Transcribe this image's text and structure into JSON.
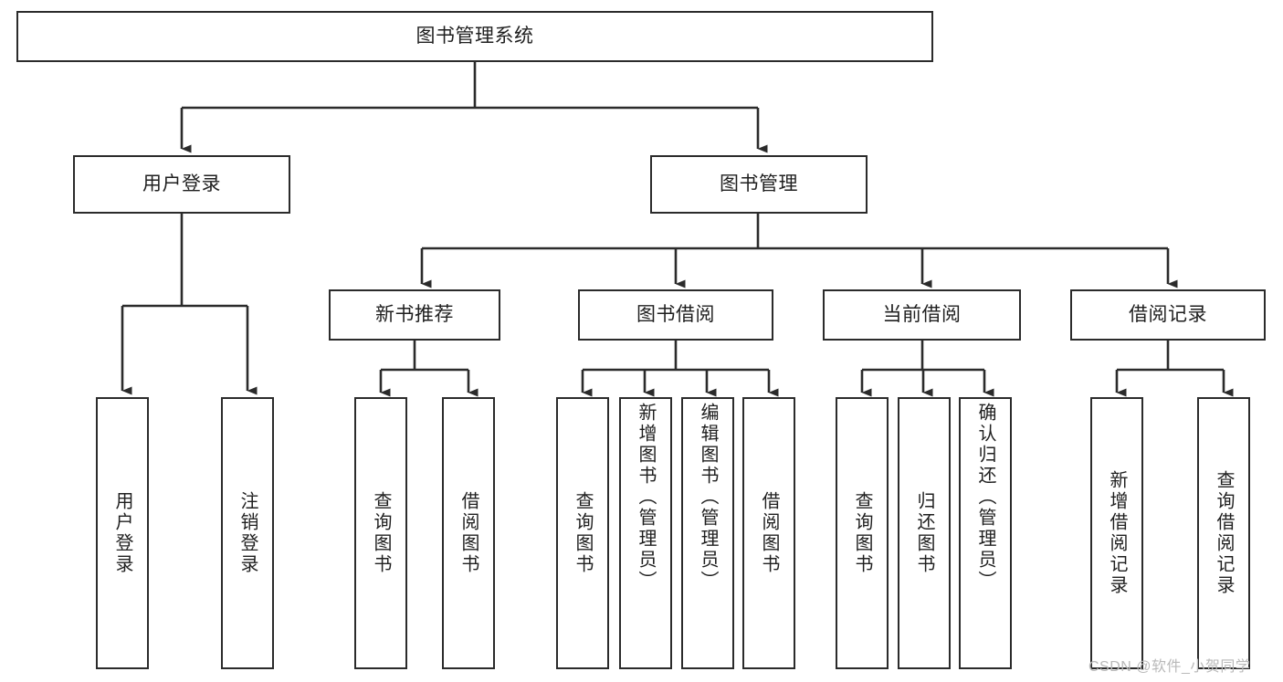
{
  "diagram": {
    "type": "tree-hierarchy-diagram",
    "title": "图书管理系统",
    "background_color": "#ffffff",
    "line_color": "#2b2b2b",
    "text_color": "#1f1f1f",
    "levels": {
      "root": {
        "label": "图书管理系统"
      },
      "level2": [
        {
          "label": "用户登录"
        },
        {
          "label": "图书管理"
        }
      ],
      "level3": [
        {
          "label": "新书推荐"
        },
        {
          "label": "图书借阅"
        },
        {
          "label": "当前借阅"
        },
        {
          "label": "借阅记录"
        }
      ],
      "leaves": {
        "user_login": [
          {
            "label": "用户登录"
          },
          {
            "label": "注销登录"
          }
        ],
        "new_book_recommend": [
          {
            "label": "查询图书"
          },
          {
            "label": "借阅图书"
          }
        ],
        "book_borrow": [
          {
            "label": "查询图书"
          },
          {
            "label": "新增图书（管理员）"
          },
          {
            "label": "编辑图书（管理员）"
          },
          {
            "label": "借阅图书"
          }
        ],
        "current_borrow": [
          {
            "label": "查询图书"
          },
          {
            "label": "归还图书"
          },
          {
            "label": "确认归还（管理员）"
          }
        ],
        "borrow_record": [
          {
            "label": "新增借阅记录"
          },
          {
            "label": "查询借阅记录"
          }
        ]
      }
    }
  },
  "watermark": {
    "text": "CSDN @软件_小贺同学"
  }
}
